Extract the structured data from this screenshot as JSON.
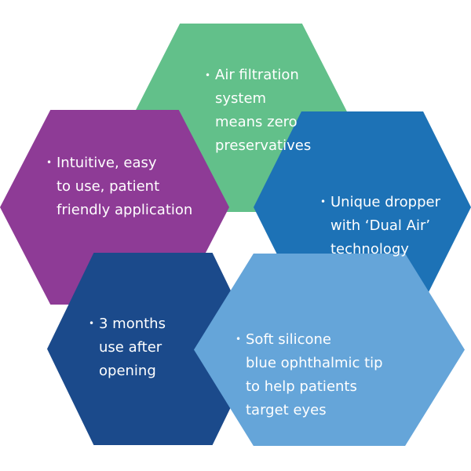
{
  "diagram": {
    "bullet_glyph": "•",
    "items": [
      {
        "id": "air-filtration",
        "color": "#62c08a",
        "lines": [
          "Air filtration",
          "system",
          "means zero",
          "preservatives"
        ]
      },
      {
        "id": "intuitive",
        "color": "#8e3b96",
        "lines": [
          "Intuitive, easy",
          "to use, patient",
          "friendly application"
        ]
      },
      {
        "id": "dropper",
        "color": "#1d72b6",
        "lines": [
          "Unique dropper",
          "with ‘Dual Air’",
          "technology"
        ]
      },
      {
        "id": "three-months",
        "color": "#1b4a8b",
        "lines": [
          "3 months",
          "use after",
          "opening"
        ]
      },
      {
        "id": "soft-tip",
        "color": "#65a5d9",
        "lines": [
          "Soft silicone",
          "blue ophthalmic tip",
          "to help patients",
          "target eyes"
        ]
      }
    ]
  }
}
